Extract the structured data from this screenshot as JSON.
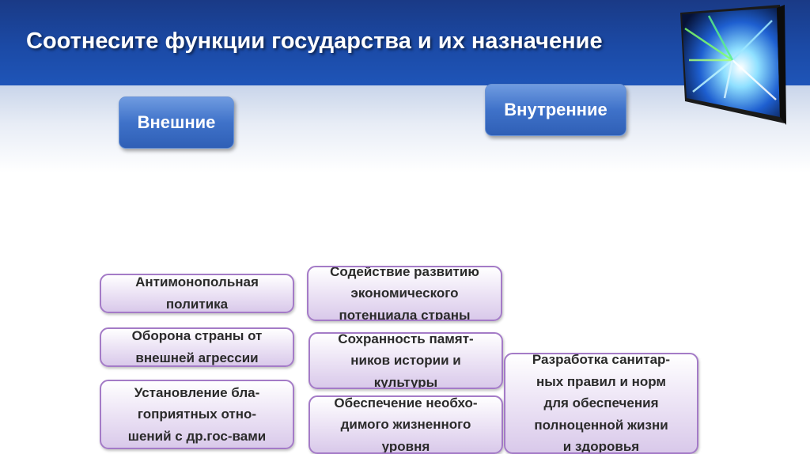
{
  "slide": {
    "title": "Соотнесите функции государства и их назначение"
  },
  "categories": {
    "external": "Внешние",
    "internal": "Внутренние"
  },
  "cards": {
    "antimonopoly": "Антимонопольная\nполитика",
    "defense": "Оборона страны от\nвнешней агрессии",
    "relations": "Установление бла-\nгоприятных отно-\nшений с др.гос-вами",
    "economy": "Содействие развитию\nэкономического\nпотенциала страны",
    "monuments": "Сохранность памят-\nников истории и\nкультуры",
    "living": "Обеспечение необхо-\nдимого жизненного\nуровня",
    "sanitary": "Разработка санитар-\nных правил и норм\nдля обеспечения\nполноценной жизни\nи здоровья"
  }
}
